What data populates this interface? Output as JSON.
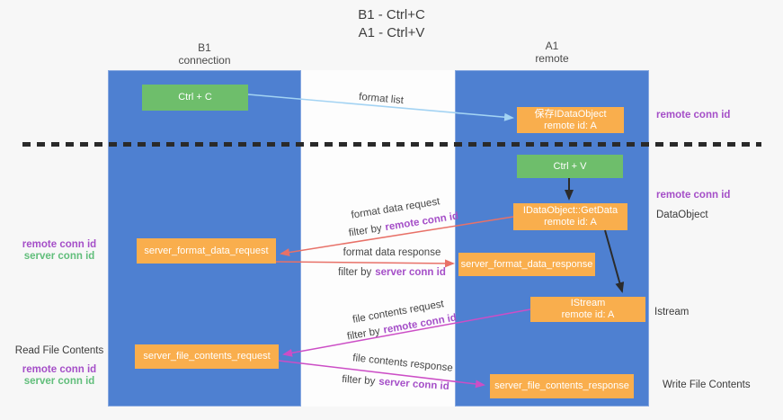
{
  "title": {
    "line1": "B1 - Ctrl+C",
    "line2": "A1 - Ctrl+V"
  },
  "lanes": {
    "left": {
      "name": "B1",
      "subtitle": "connection"
    },
    "right": {
      "name": "A1",
      "subtitle": "remote"
    }
  },
  "nodes": {
    "ctrl_c": {
      "label": "Ctrl + C"
    },
    "save_dataobject": {
      "line1": "保存IDataObject",
      "line2": "remote id: A"
    },
    "ctrl_v": {
      "label": "Ctrl + V"
    },
    "getdata": {
      "line1": "IDataObject::GetData",
      "line2": "remote id: A"
    },
    "format_request": {
      "label": "server_format_data_request"
    },
    "format_response": {
      "label": "server_format_data_response"
    },
    "istream": {
      "line1": "IStream",
      "line2": "remote id: A"
    },
    "file_request": {
      "label": "server_file_contents_request"
    },
    "file_response": {
      "label": "server_file_contents_response"
    }
  },
  "edge_labels": {
    "format_list": "format list",
    "filter_by": "filter by",
    "format_data_request": {
      "text": "format data request",
      "filter_key": "remote conn id"
    },
    "format_data_response": {
      "text": "format data response",
      "filter_key": "server conn id"
    },
    "file_contents_request": {
      "text": "file contents request",
      "filter_key": "remote conn id"
    },
    "file_contents_response": {
      "text": "file contents response",
      "filter_key": "server conn id"
    }
  },
  "side_labels": {
    "right_remote_conn_id_1": "remote conn id",
    "right_remote_conn_id_2": "remote conn id",
    "dataobject": "DataObject",
    "istream": "Istream",
    "write_file_contents": "Write File Contents",
    "left_remote_conn_id_1": "remote conn id",
    "left_server_conn_id_1": "server conn id",
    "read_file_contents": "Read File Contents",
    "left_remote_conn_id_2": "remote conn id",
    "left_server_conn_id_2": "server conn id"
  },
  "colors": {
    "lane_blue": "#4e80d1",
    "box_green": "#6ebe6b",
    "box_orange": "#f9ae4d",
    "arrow_blue": "#a3d3f3",
    "arrow_red": "#e87168",
    "arrow_magenta": "#cc4ec6",
    "arrow_black": "#2b2b2b",
    "label_purple": "#a54fc8",
    "label_green": "#61be7b"
  }
}
